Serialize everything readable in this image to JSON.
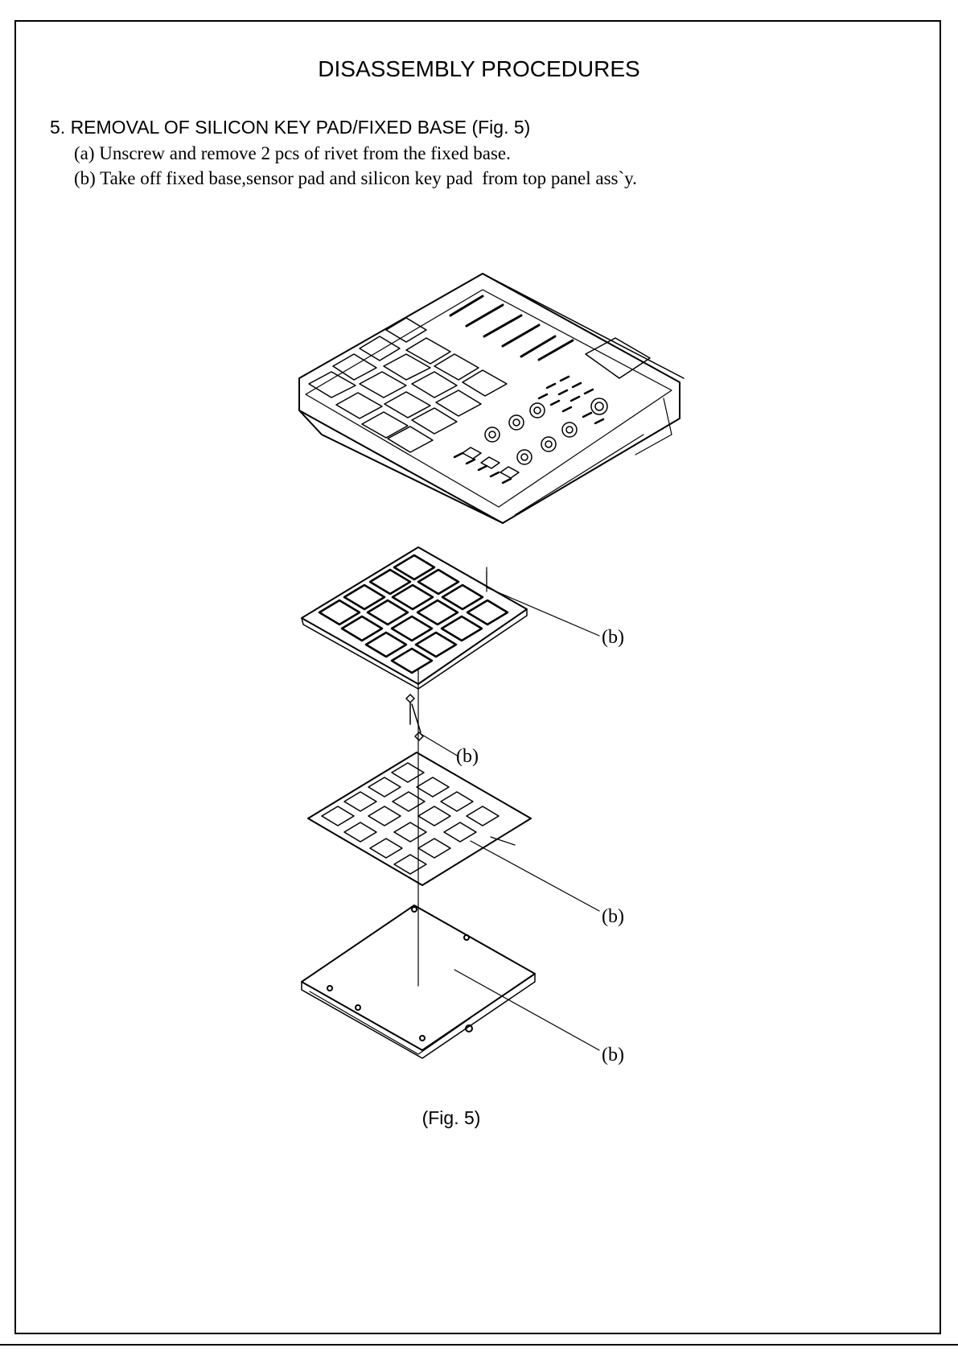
{
  "header": {
    "title": "DISASSEMBLY PROCEDURES"
  },
  "section": {
    "heading": "5. REMOVAL OF SILICON KEY PAD/FIXED BASE (Fig. 5)",
    "steps": [
      "(a) Unscrew and remove 2 pcs of rivet from the fixed base.",
      "(b) Take off fixed base,sensor pad and silicon key pad  from top panel ass`y."
    ]
  },
  "figure": {
    "callouts": [
      "(b)",
      "(b)",
      "(b)",
      "(b)"
    ],
    "caption": "(Fig. 5)"
  }
}
